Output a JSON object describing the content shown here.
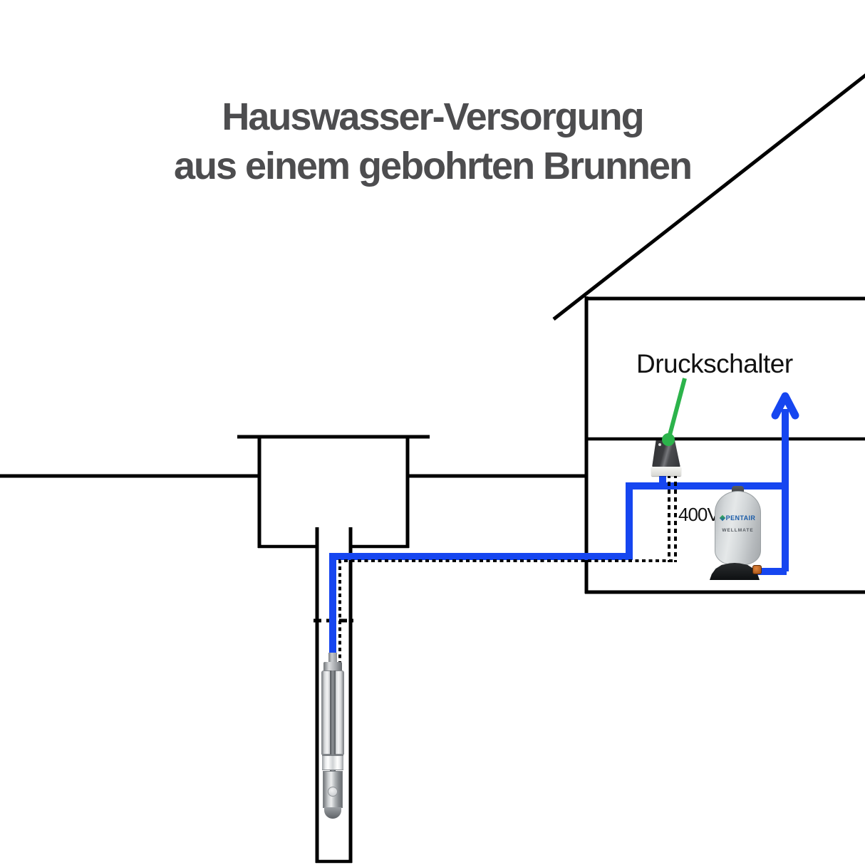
{
  "title": {
    "line1": "Hauswasser-Versorgung",
    "line2": "aus einem gebohrten Brunnen"
  },
  "labels": {
    "pressure_switch": "Druckschalter",
    "cable_voltage": "400V"
  },
  "tank": {
    "brand": "PENTAIR",
    "model": "WELLMATE"
  },
  "colors": {
    "pipe_blue": "#1646f0",
    "pointer_green": "#2cb34b",
    "line_black": "#000000",
    "title_gray": "#4d4d4f",
    "label_black": "#121212",
    "pentair_blue": "#1b5ca8"
  }
}
